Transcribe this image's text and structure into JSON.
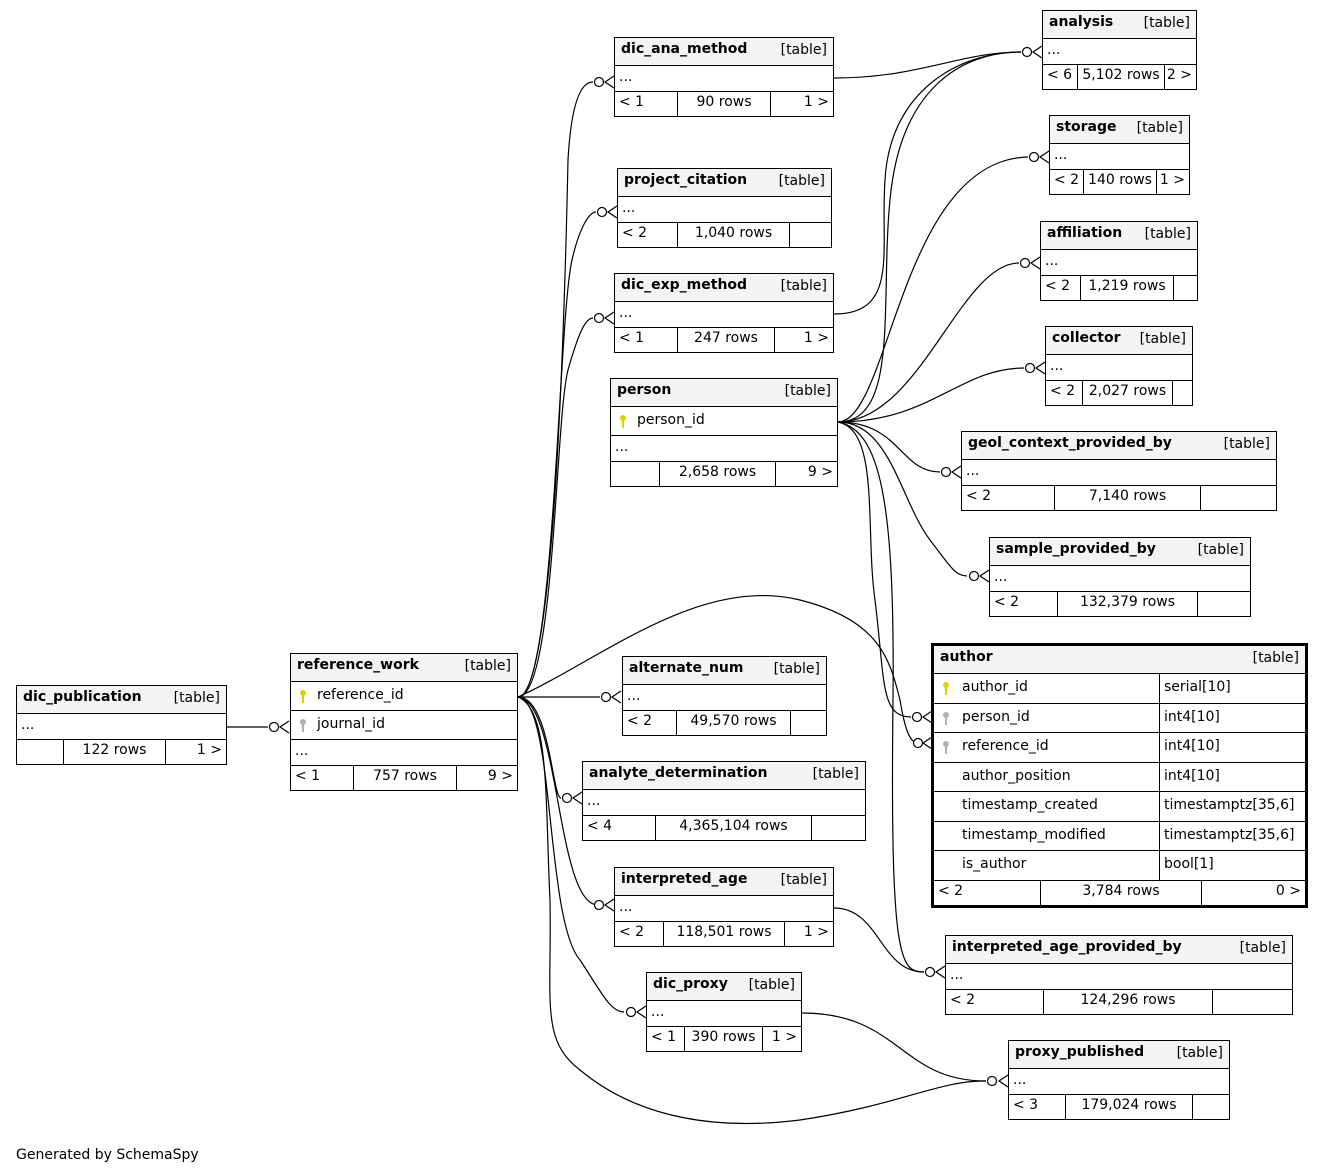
{
  "diagram": {
    "footer": "Generated by SchemaSpy",
    "type_label": "[table]",
    "ellipsis": "...",
    "colors": {
      "primary_key": "#e0d000",
      "foreign_key": "#b0b0b0",
      "header_bg": "#f4f4f4",
      "line": "#000000"
    }
  },
  "tables": {
    "dic_ana_method": {
      "name": "dic_ana_method",
      "parents": "< 1",
      "rows": "90 rows",
      "children": "1 >"
    },
    "project_citation": {
      "name": "project_citation",
      "parents": "< 2",
      "rows": "1,040 rows",
      "children": ""
    },
    "dic_exp_method": {
      "name": "dic_exp_method",
      "parents": "< 1",
      "rows": "247 rows",
      "children": "1 >"
    },
    "person": {
      "name": "person",
      "columns": [
        {
          "name": "person_id",
          "icon": "primary-key-icon"
        }
      ],
      "parents": "",
      "rows": "2,658 rows",
      "children": "9 >"
    },
    "analysis": {
      "name": "analysis",
      "parents": "< 6",
      "rows": "5,102 rows",
      "children": "2 >"
    },
    "storage": {
      "name": "storage",
      "parents": "< 2",
      "rows": "140 rows",
      "children": "1 >"
    },
    "affiliation": {
      "name": "affiliation",
      "parents": "< 2",
      "rows": "1,219 rows",
      "children": ""
    },
    "collector": {
      "name": "collector",
      "parents": "< 2",
      "rows": "2,027 rows",
      "children": ""
    },
    "geol_context_provided_by": {
      "name": "geol_context_provided_by",
      "parents": "< 2",
      "rows": "7,140 rows",
      "children": ""
    },
    "sample_provided_by": {
      "name": "sample_provided_by",
      "parents": "< 2",
      "rows": "132,379 rows",
      "children": ""
    },
    "dic_publication": {
      "name": "dic_publication",
      "parents": "",
      "rows": "122 rows",
      "children": "1 >"
    },
    "reference_work": {
      "name": "reference_work",
      "columns": [
        {
          "name": "reference_id",
          "icon": "primary-key-icon"
        },
        {
          "name": "journal_id",
          "icon": "foreign-key-icon"
        }
      ],
      "parents": "< 1",
      "rows": "757 rows",
      "children": "9 >"
    },
    "alternate_num": {
      "name": "alternate_num",
      "parents": "< 2",
      "rows": "49,570 rows",
      "children": ""
    },
    "analyte_determination": {
      "name": "analyte_determination",
      "parents": "< 4",
      "rows": "4,365,104 rows",
      "children": ""
    },
    "interpreted_age": {
      "name": "interpreted_age",
      "parents": "< 2",
      "rows": "118,501 rows",
      "children": "1 >"
    },
    "dic_proxy": {
      "name": "dic_proxy",
      "parents": "< 1",
      "rows": "390 rows",
      "children": "1 >"
    },
    "author": {
      "name": "author",
      "columns": [
        {
          "name": "author_id",
          "type": "serial[10]",
          "icon": "primary-key-icon"
        },
        {
          "name": "person_id",
          "type": "int4[10]",
          "icon": "foreign-key-icon"
        },
        {
          "name": "reference_id",
          "type": "int4[10]",
          "icon": "foreign-key-icon"
        },
        {
          "name": "author_position",
          "type": "int4[10]"
        },
        {
          "name": "timestamp_created",
          "type": "timestamptz[35,6]"
        },
        {
          "name": "timestamp_modified",
          "type": "timestamptz[35,6]"
        },
        {
          "name": "is_author",
          "type": "bool[1]"
        }
      ],
      "parents": "< 2",
      "rows": "3,784 rows",
      "children": "0 >"
    },
    "interpreted_age_provided_by": {
      "name": "interpreted_age_provided_by",
      "parents": "< 2",
      "rows": "124,296 rows",
      "children": ""
    },
    "proxy_published": {
      "name": "proxy_published",
      "parents": "< 3",
      "rows": "179,024 rows",
      "children": ""
    }
  }
}
